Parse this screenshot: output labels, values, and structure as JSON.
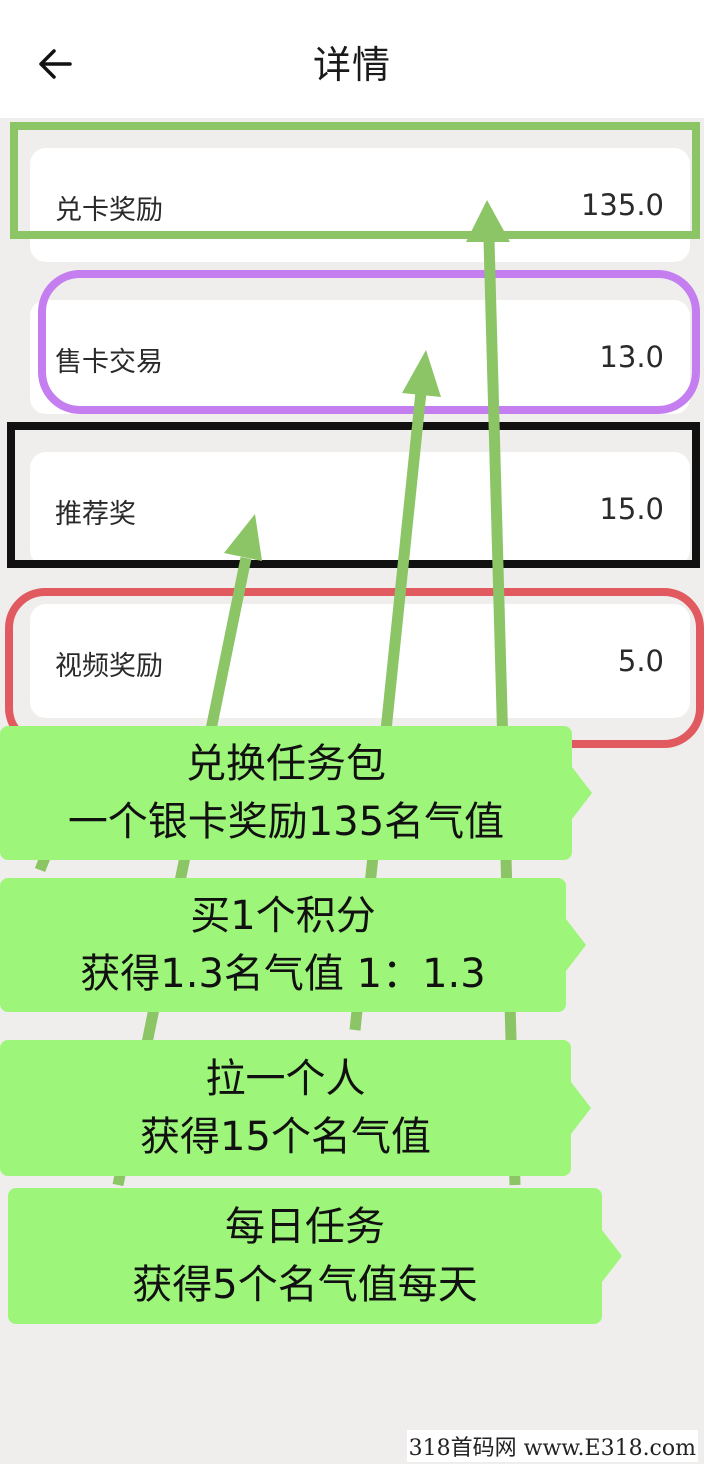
{
  "header": {
    "title": "详情",
    "back_icon": "arrow-left-icon"
  },
  "items": [
    {
      "label": "兑卡奖励",
      "value": "135.0"
    },
    {
      "label": "售卡交易",
      "value": "13.0"
    },
    {
      "label": "推荐奖",
      "value": "15.0"
    },
    {
      "label": "视频奖励",
      "value": "5.0"
    }
  ],
  "annotations": [
    {
      "line1": "兑换任务包",
      "line2": "一个银卡奖励135名气值"
    },
    {
      "line1": "买1个积分",
      "line2": "获得1.3名气值 1：1.3"
    },
    {
      "line1": "拉一个人",
      "line2": "获得15个名气值"
    },
    {
      "line1": "每日任务",
      "line2": "获得5个名气值每天"
    }
  ],
  "highlight_colors": {
    "green": "#8bc566",
    "purple": "#c47ef0",
    "black": "#111111",
    "red": "#e05a60"
  },
  "bubble_color": "#9df57a",
  "watermark": "318首码网 www.E318.com"
}
